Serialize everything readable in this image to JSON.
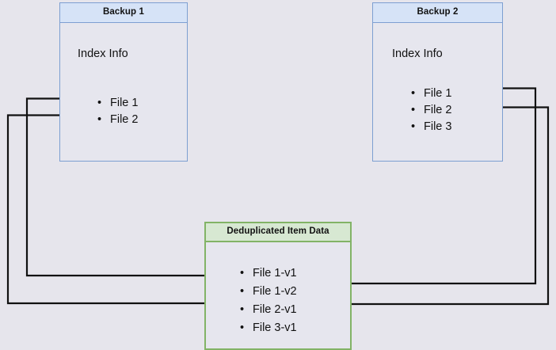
{
  "diagram": {
    "title_backup1": "Backup 1",
    "title_backup2": "Backup 2",
    "title_dedup": "Deduplicated Item Data",
    "index_label": "Index Info",
    "backup1_files": [
      {
        "label": "File 1"
      },
      {
        "label": "File 2"
      }
    ],
    "backup2_files": [
      {
        "label": "File 1"
      },
      {
        "label": "File 2"
      },
      {
        "label": "File 3"
      }
    ],
    "dedup_items": [
      {
        "label": "File 1-v1"
      },
      {
        "label": "File 1-v2"
      },
      {
        "label": "File 2-v1"
      },
      {
        "label": "File 3-v1"
      }
    ],
    "colors": {
      "canvas_background": "#e6e5ec",
      "backup_header_fill": "#d6e3f7",
      "backup_border": "#7d9fd1",
      "dedup_header_fill": "#d7e8d2",
      "dedup_border": "#82b366",
      "connector_stroke": "#111111",
      "box_body_fill": "#e6e6ee"
    },
    "connectors": [
      {
        "name": "backup1-file1-to-dedup-file1v1",
        "from": "Backup 1 / File 1",
        "to": "Deduplicated Item Data / File 1-v1"
      },
      {
        "name": "backup1-file2-to-dedup-file2v1",
        "from": "Backup 1 / File 2",
        "to": "Deduplicated Item Data / File 2-v1"
      },
      {
        "name": "backup2-file1-to-dedup-file1v2",
        "from": "Backup 2 / File 1",
        "to": "Deduplicated Item Data / File 1-v2"
      },
      {
        "name": "backup2-file2-to-dedup-file2v1",
        "from": "Backup 2 / File 2",
        "to": "Deduplicated Item Data / File 2-v1"
      }
    ]
  }
}
